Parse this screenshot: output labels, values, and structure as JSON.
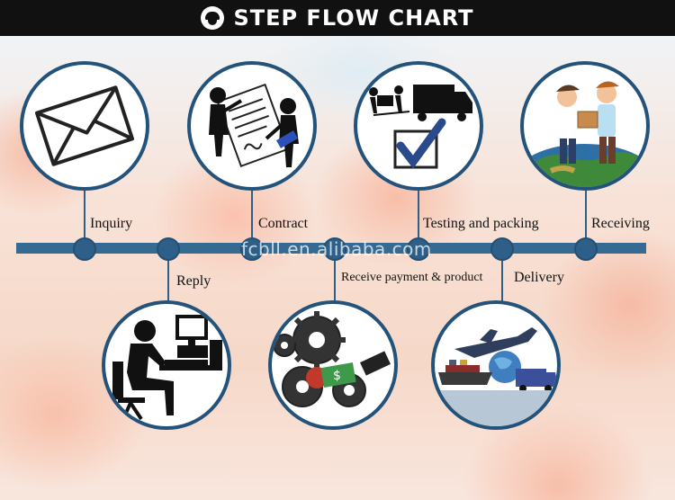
{
  "header": {
    "title": "STEP FLOW CHART",
    "logo_icon": "helmet-icon"
  },
  "watermark": "fcbll.en.alibaba.com",
  "colors": {
    "accent": "#23527a",
    "timeline": "#356a93",
    "header_bg": "#111111"
  },
  "steps": [
    {
      "label": "Inquiry",
      "icon": "envelope-icon"
    },
    {
      "label": "Reply",
      "icon": "computer-user-icon"
    },
    {
      "label": "Contract",
      "icon": "contract-signing-icon"
    },
    {
      "label": "Receive payment & product",
      "icon": "gears-money-icon"
    },
    {
      "label": "Testing and packing",
      "icon": "truck-checkbox-icon"
    },
    {
      "label": "Delivery",
      "icon": "plane-ship-globe-icon"
    },
    {
      "label": "Receiving",
      "icon": "handshake-globe-icon"
    }
  ]
}
